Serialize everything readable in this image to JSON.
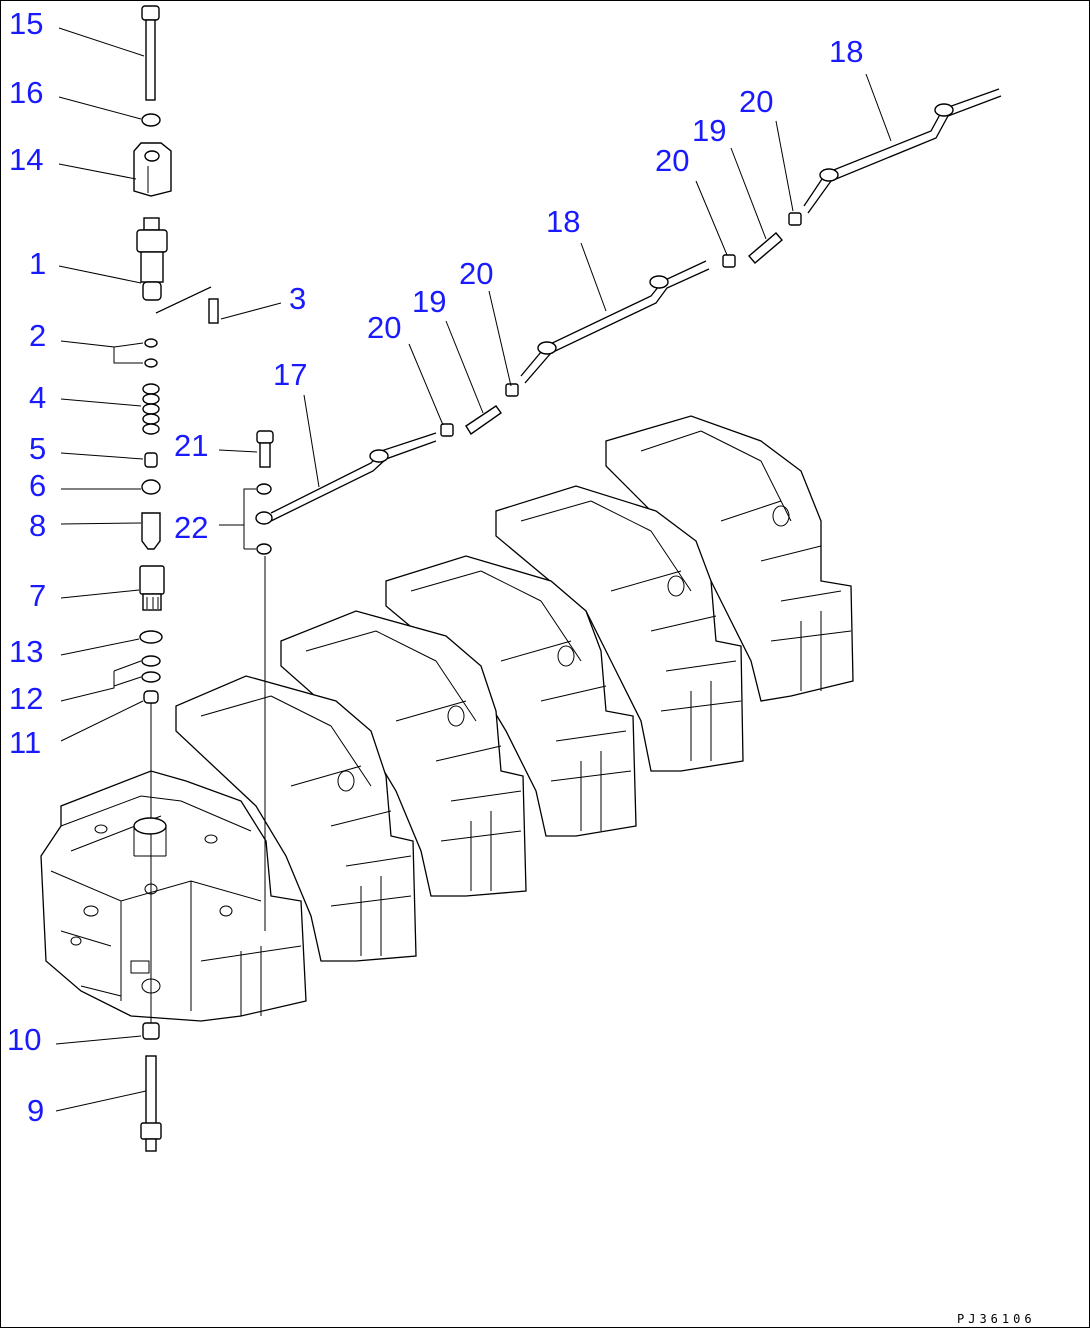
{
  "diagram": {
    "drawing_code": "PJ36106",
    "callouts": [
      {
        "id": "c15",
        "label": "15"
      },
      {
        "id": "c16",
        "label": "16"
      },
      {
        "id": "c14",
        "label": "14"
      },
      {
        "id": "c1",
        "label": "1"
      },
      {
        "id": "c3",
        "label": "3"
      },
      {
        "id": "c2",
        "label": "2"
      },
      {
        "id": "c4",
        "label": "4"
      },
      {
        "id": "c5",
        "label": "5"
      },
      {
        "id": "c6",
        "label": "6"
      },
      {
        "id": "c8",
        "label": "8"
      },
      {
        "id": "c7",
        "label": "7"
      },
      {
        "id": "c13",
        "label": "13"
      },
      {
        "id": "c12",
        "label": "12"
      },
      {
        "id": "c11",
        "label": "11"
      },
      {
        "id": "c10",
        "label": "10"
      },
      {
        "id": "c9",
        "label": "9"
      },
      {
        "id": "c21",
        "label": "21"
      },
      {
        "id": "c22",
        "label": "22"
      },
      {
        "id": "c17",
        "label": "17"
      },
      {
        "id": "c20a",
        "label": "20"
      },
      {
        "id": "c19a",
        "label": "19"
      },
      {
        "id": "c20b",
        "label": "20"
      },
      {
        "id": "c18a",
        "label": "18"
      },
      {
        "id": "c20c",
        "label": "20"
      },
      {
        "id": "c19b",
        "label": "19"
      },
      {
        "id": "c20d",
        "label": "20"
      },
      {
        "id": "c18b",
        "label": "18"
      }
    ]
  },
  "colors": {
    "callout": "#1a1aff",
    "line": "#000000",
    "background": "#ffffff"
  }
}
